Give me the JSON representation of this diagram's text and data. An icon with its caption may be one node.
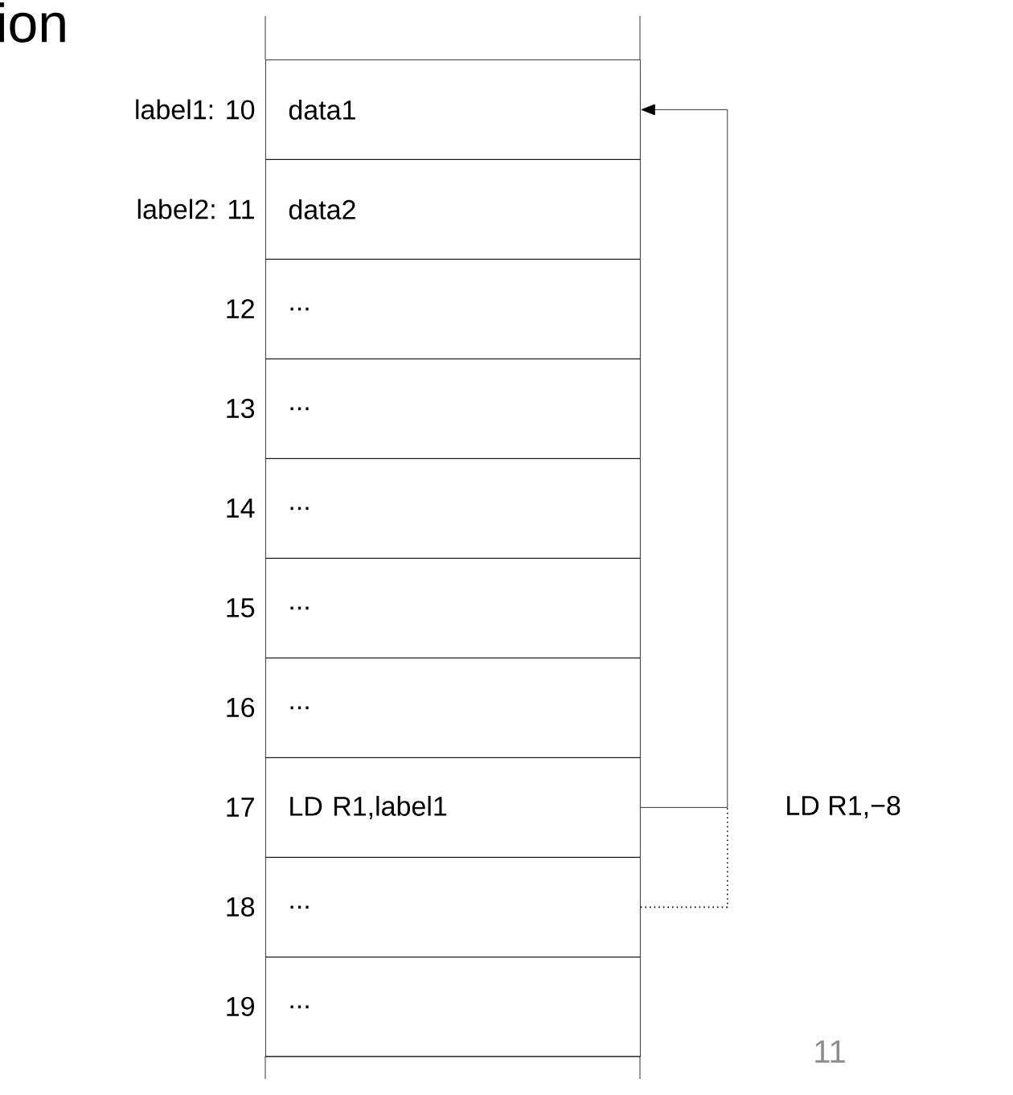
{
  "diagram": {
    "title": "ion",
    "nodes": [
      {
        "text": [
          "data1"
        ],
        "beside": [
          "label1: 10"
        ]
      },
      {
        "text": [
          "data2"
        ],
        "beside": [
          "label2: 11"
        ]
      },
      {
        "text": [
          "..."
        ],
        "beside": [
          "12"
        ]
      },
      {
        "text": [
          "..."
        ],
        "beside": [
          "13"
        ]
      },
      {
        "text": [
          "..."
        ],
        "beside": [
          "14"
        ]
      },
      {
        "text": [
          "..."
        ],
        "beside": [
          "15"
        ]
      },
      {
        "text": [
          "..."
        ],
        "beside": [
          "16"
        ]
      },
      {
        "text": [
          "LD R1,label1"
        ],
        "beside": [
          "17"
        ]
      },
      {
        "text": [
          "..."
        ],
        "beside": [
          "18"
        ]
      },
      {
        "text": [
          "..."
        ],
        "beside": [
          "19"
        ]
      }
    ],
    "edges": [
      {
        "from": 7,
        "to": 0,
        "arrow": "to"
      },
      {
        "from": 8,
        "to": null,
        "arrow": "none",
        "style": "dashed"
      }
    ],
    "labels": [
      "LD R1,−8",
      "11"
    ]
  }
}
